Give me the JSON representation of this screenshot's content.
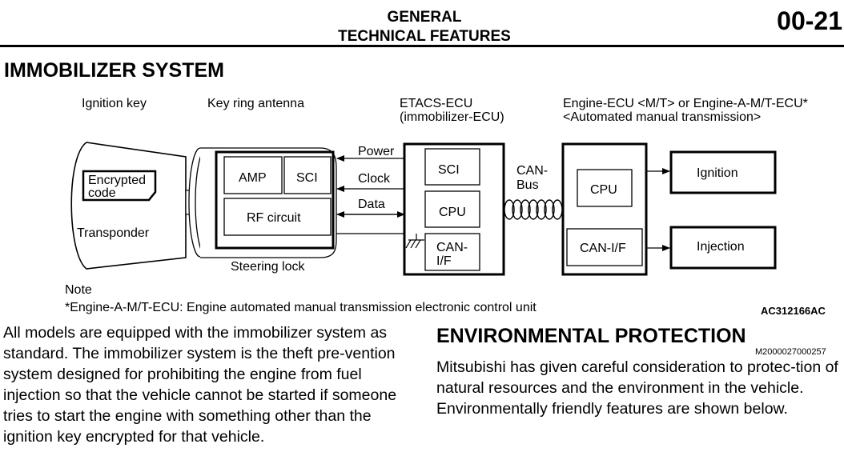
{
  "header": {
    "title_line1": "GENERAL",
    "title_line2": "TECHNICAL FEATURES",
    "page_number": "00-21"
  },
  "immobilizer": {
    "title": "IMMOBILIZER SYSTEM",
    "figure": {
      "label_ignition_key": "Ignition key",
      "label_key_ring_antenna": "Key ring antenna",
      "label_etacs_ecu_line1": "ETACS-ECU",
      "label_etacs_ecu_line2": "(immobilizer-ECU)",
      "label_engine_ecu_line1": "Engine-ECU <M/T> or Engine-A-M/T-ECU*",
      "label_engine_ecu_line2": "<Automated manual transmission>",
      "encrypted_code_line1": "Encrypted",
      "encrypted_code_line2": "code",
      "transponder": "Transponder",
      "amp": "AMP",
      "sci": "SCI",
      "rf_circuit": "RF circuit",
      "steering_lock": "Steering lock",
      "signal_power": "Power",
      "signal_clock": "Clock",
      "signal_data": "Data",
      "etacs_sci": "SCI",
      "etacs_cpu": "CPU",
      "etacs_can_line1": "CAN-",
      "etacs_can_line2": "I/F",
      "can_bus_line1": "CAN-",
      "can_bus_line2": "Bus",
      "engine_cpu": "CPU",
      "engine_can": "CAN-I/F",
      "ignition": "Ignition",
      "injection": "Injection",
      "note_title": "Note",
      "note_text": "*Engine-A-M/T-ECU: Engine automated manual transmission electronic control unit",
      "figure_code": "AC312166AC"
    },
    "body": "All models are equipped with the immobilizer system as standard. The immobilizer system is the theft pre-vention system designed for prohibiting the engine from fuel injection so that the vehicle cannot be started if someone tries to start the engine with something other than the ignition key encrypted for that vehicle."
  },
  "environmental": {
    "title": "ENVIRONMENTAL PROTECTION",
    "code": "M2000027000257",
    "body": "Mitsubishi has given careful consideration to protec-tion of natural resources and the environment in the vehicle. Environmentally friendly features are shown below."
  }
}
